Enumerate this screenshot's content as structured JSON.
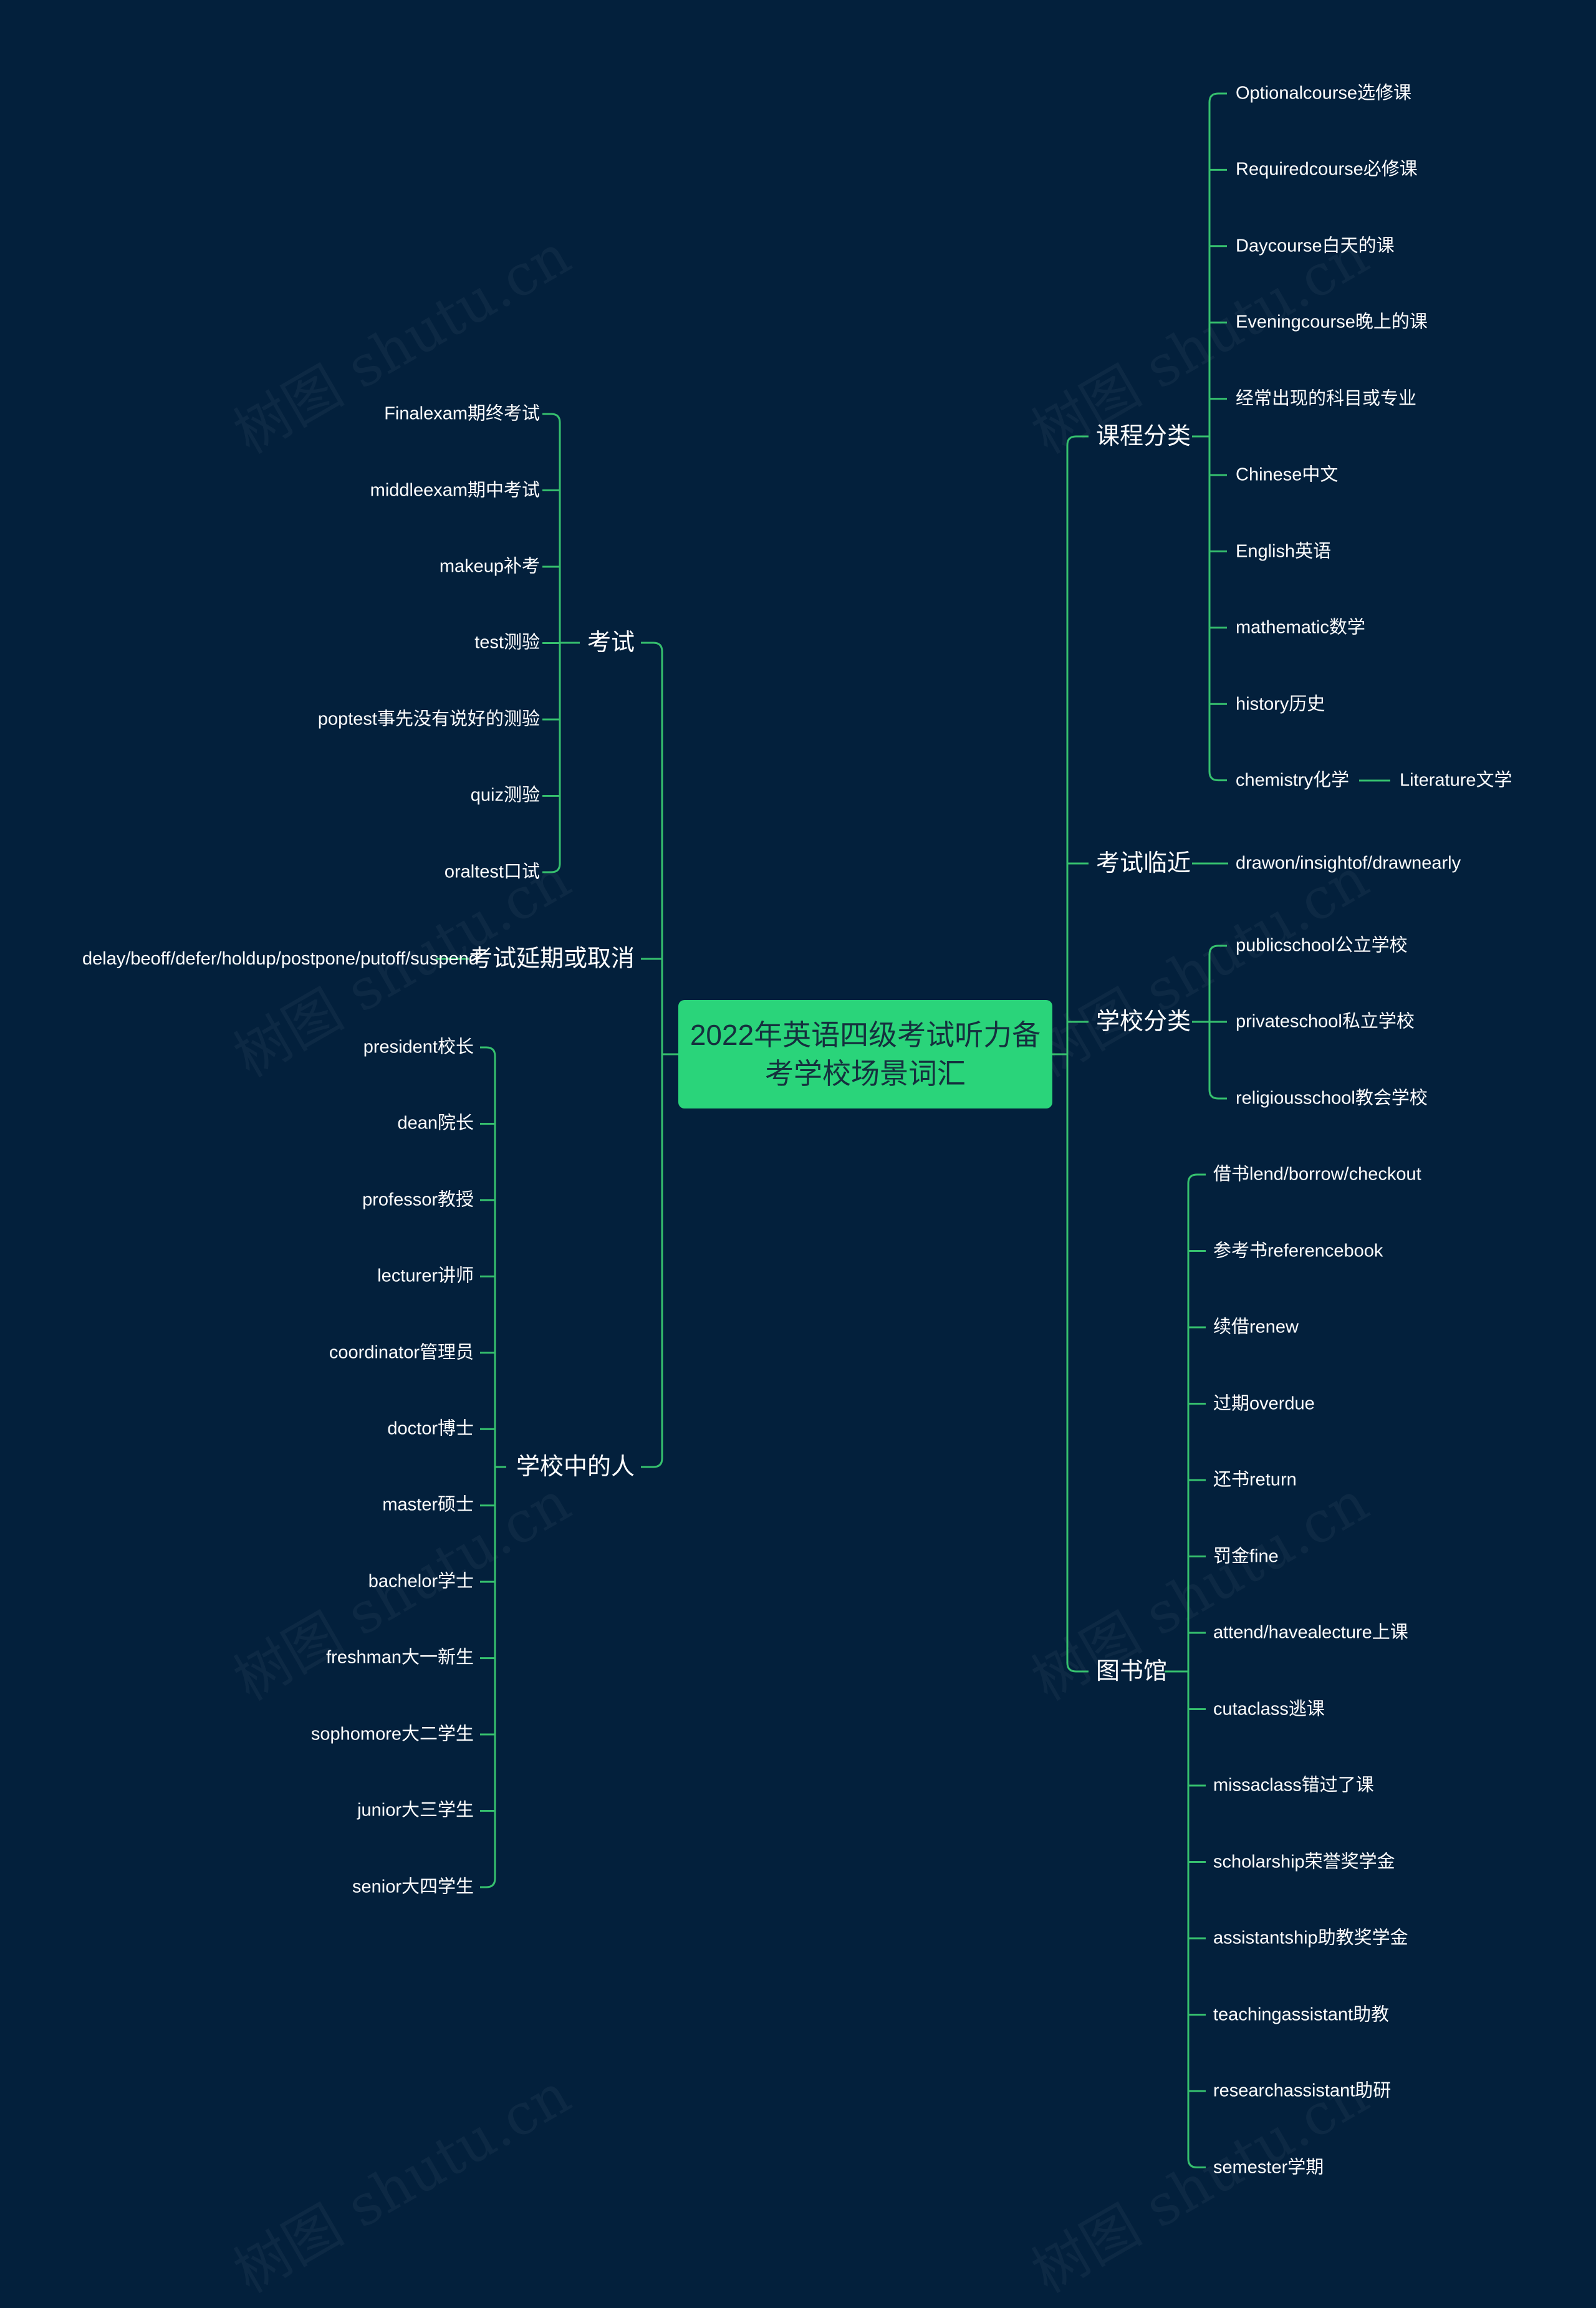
{
  "colors": {
    "background": "#03203c",
    "root_fill": "#2ad47a",
    "connector": "#36c06e",
    "text": "#ffffff"
  },
  "root": {
    "title": "2022年英语四级考试听力备考学校场景词汇"
  },
  "watermark": "树图 shutu.cn",
  "branches": {
    "exam": {
      "label": "考试",
      "items": [
        "Finalexam期终考试",
        "middleexam期中考试",
        "makeup补考",
        "test测验",
        "poptest事先没有说好的测验",
        "quiz测验",
        "oraltest口试"
      ]
    },
    "postpone": {
      "label": "考试延期或取消",
      "items": [
        "delay/beoff/defer/holdup/postpone/putoff/suspend"
      ]
    },
    "people": {
      "label": "学校中的人",
      "items": [
        "president校长",
        "dean院长",
        "professor教授",
        "lecturer讲师",
        "coordinator管理员",
        "doctor博士",
        "master硕士",
        "bachelor学士",
        "freshman大一新生",
        "sophomore大二学生",
        "junior大三学生",
        "senior大四学生"
      ]
    },
    "courses": {
      "label": "课程分类",
      "items": [
        "Optionalcourse选修课",
        "Requiredcourse必修课",
        "Daycourse白天的课",
        "Eveningcourse晚上的课",
        "经常出现的科目或专业",
        "Chinese中文",
        "English英语",
        "mathematic数学",
        "history历史",
        "chemistry化学"
      ],
      "sub_item": "Literature文学"
    },
    "near_exam": {
      "label": "考试临近",
      "items": [
        "drawon/insightof/drawnearly"
      ]
    },
    "school_types": {
      "label": "学校分类",
      "items": [
        "publicschool公立学校",
        "privateschool私立学校",
        "religiousschool教会学校"
      ]
    },
    "library": {
      "label": "图书馆",
      "items": [
        "借书lend/borrow/checkout",
        "参考书referencebook",
        "续借renew",
        "过期overdue",
        "还书return",
        "罚金fine",
        "attend/havealecture上课",
        "cutaclass逃课",
        "missaclass错过了课",
        "scholarship荣誉奖学金",
        "assistantship助教奖学金",
        "teachingassistant助教",
        "researchassistant助研",
        "semester学期"
      ]
    }
  }
}
